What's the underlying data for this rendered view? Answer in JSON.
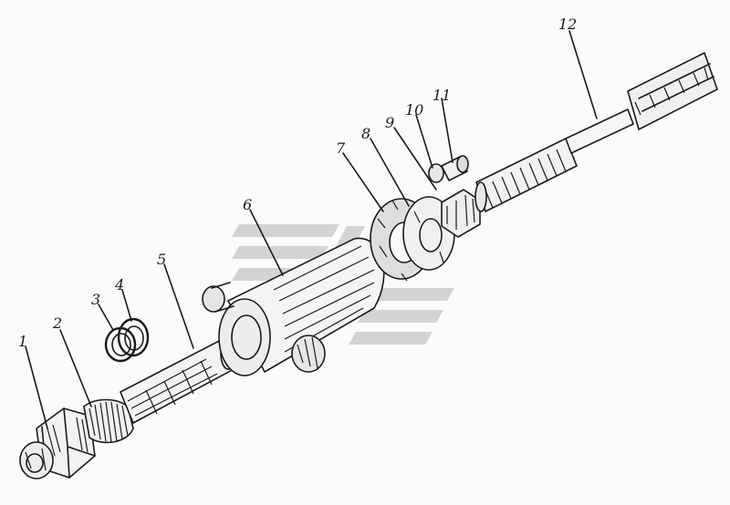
{
  "callouts": [
    {
      "id": "1",
      "text": "1"
    },
    {
      "id": "2",
      "text": "2"
    },
    {
      "id": "3",
      "text": "3"
    },
    {
      "id": "4",
      "text": "4"
    },
    {
      "id": "5",
      "text": "5"
    },
    {
      "id": "6",
      "text": "6"
    },
    {
      "id": "7",
      "text": "7"
    },
    {
      "id": "8",
      "text": "8"
    },
    {
      "id": "9",
      "text": "9"
    },
    {
      "id": "10",
      "text": "10"
    },
    {
      "id": "11",
      "text": "11"
    },
    {
      "id": "12",
      "text": "12"
    }
  ],
  "colors": {
    "ink": "#1a1a1a",
    "background": "#fbfbfb",
    "watermark": "#d2d2d2"
  },
  "watermark": {
    "icon": "stripe-logo-watermark"
  }
}
